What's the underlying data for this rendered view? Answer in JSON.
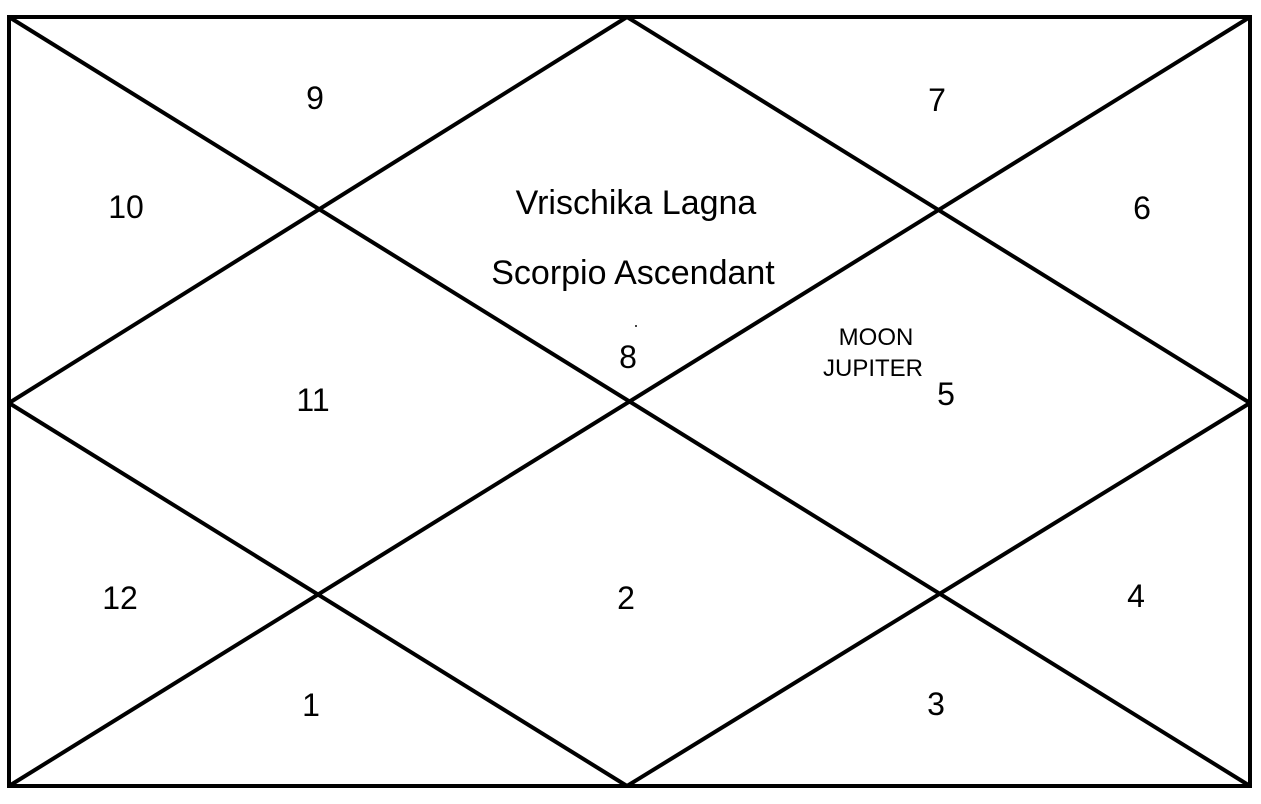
{
  "chart": {
    "title_line1": "Vrischika Lagna",
    "title_line2": "Scorpio Ascendant",
    "houses": {
      "h1": "1",
      "h2": "2",
      "h3": "3",
      "h4": "4",
      "h5": "5",
      "h6": "6",
      "h7": "7",
      "h8": "8",
      "h9": "9",
      "h10": "10",
      "h11": "11",
      "h12": "12"
    },
    "planets": {
      "house5_line1": "MOON",
      "house5_line2": "JUPITER"
    },
    "line_color": "#000000",
    "background_color": "#ffffff"
  }
}
